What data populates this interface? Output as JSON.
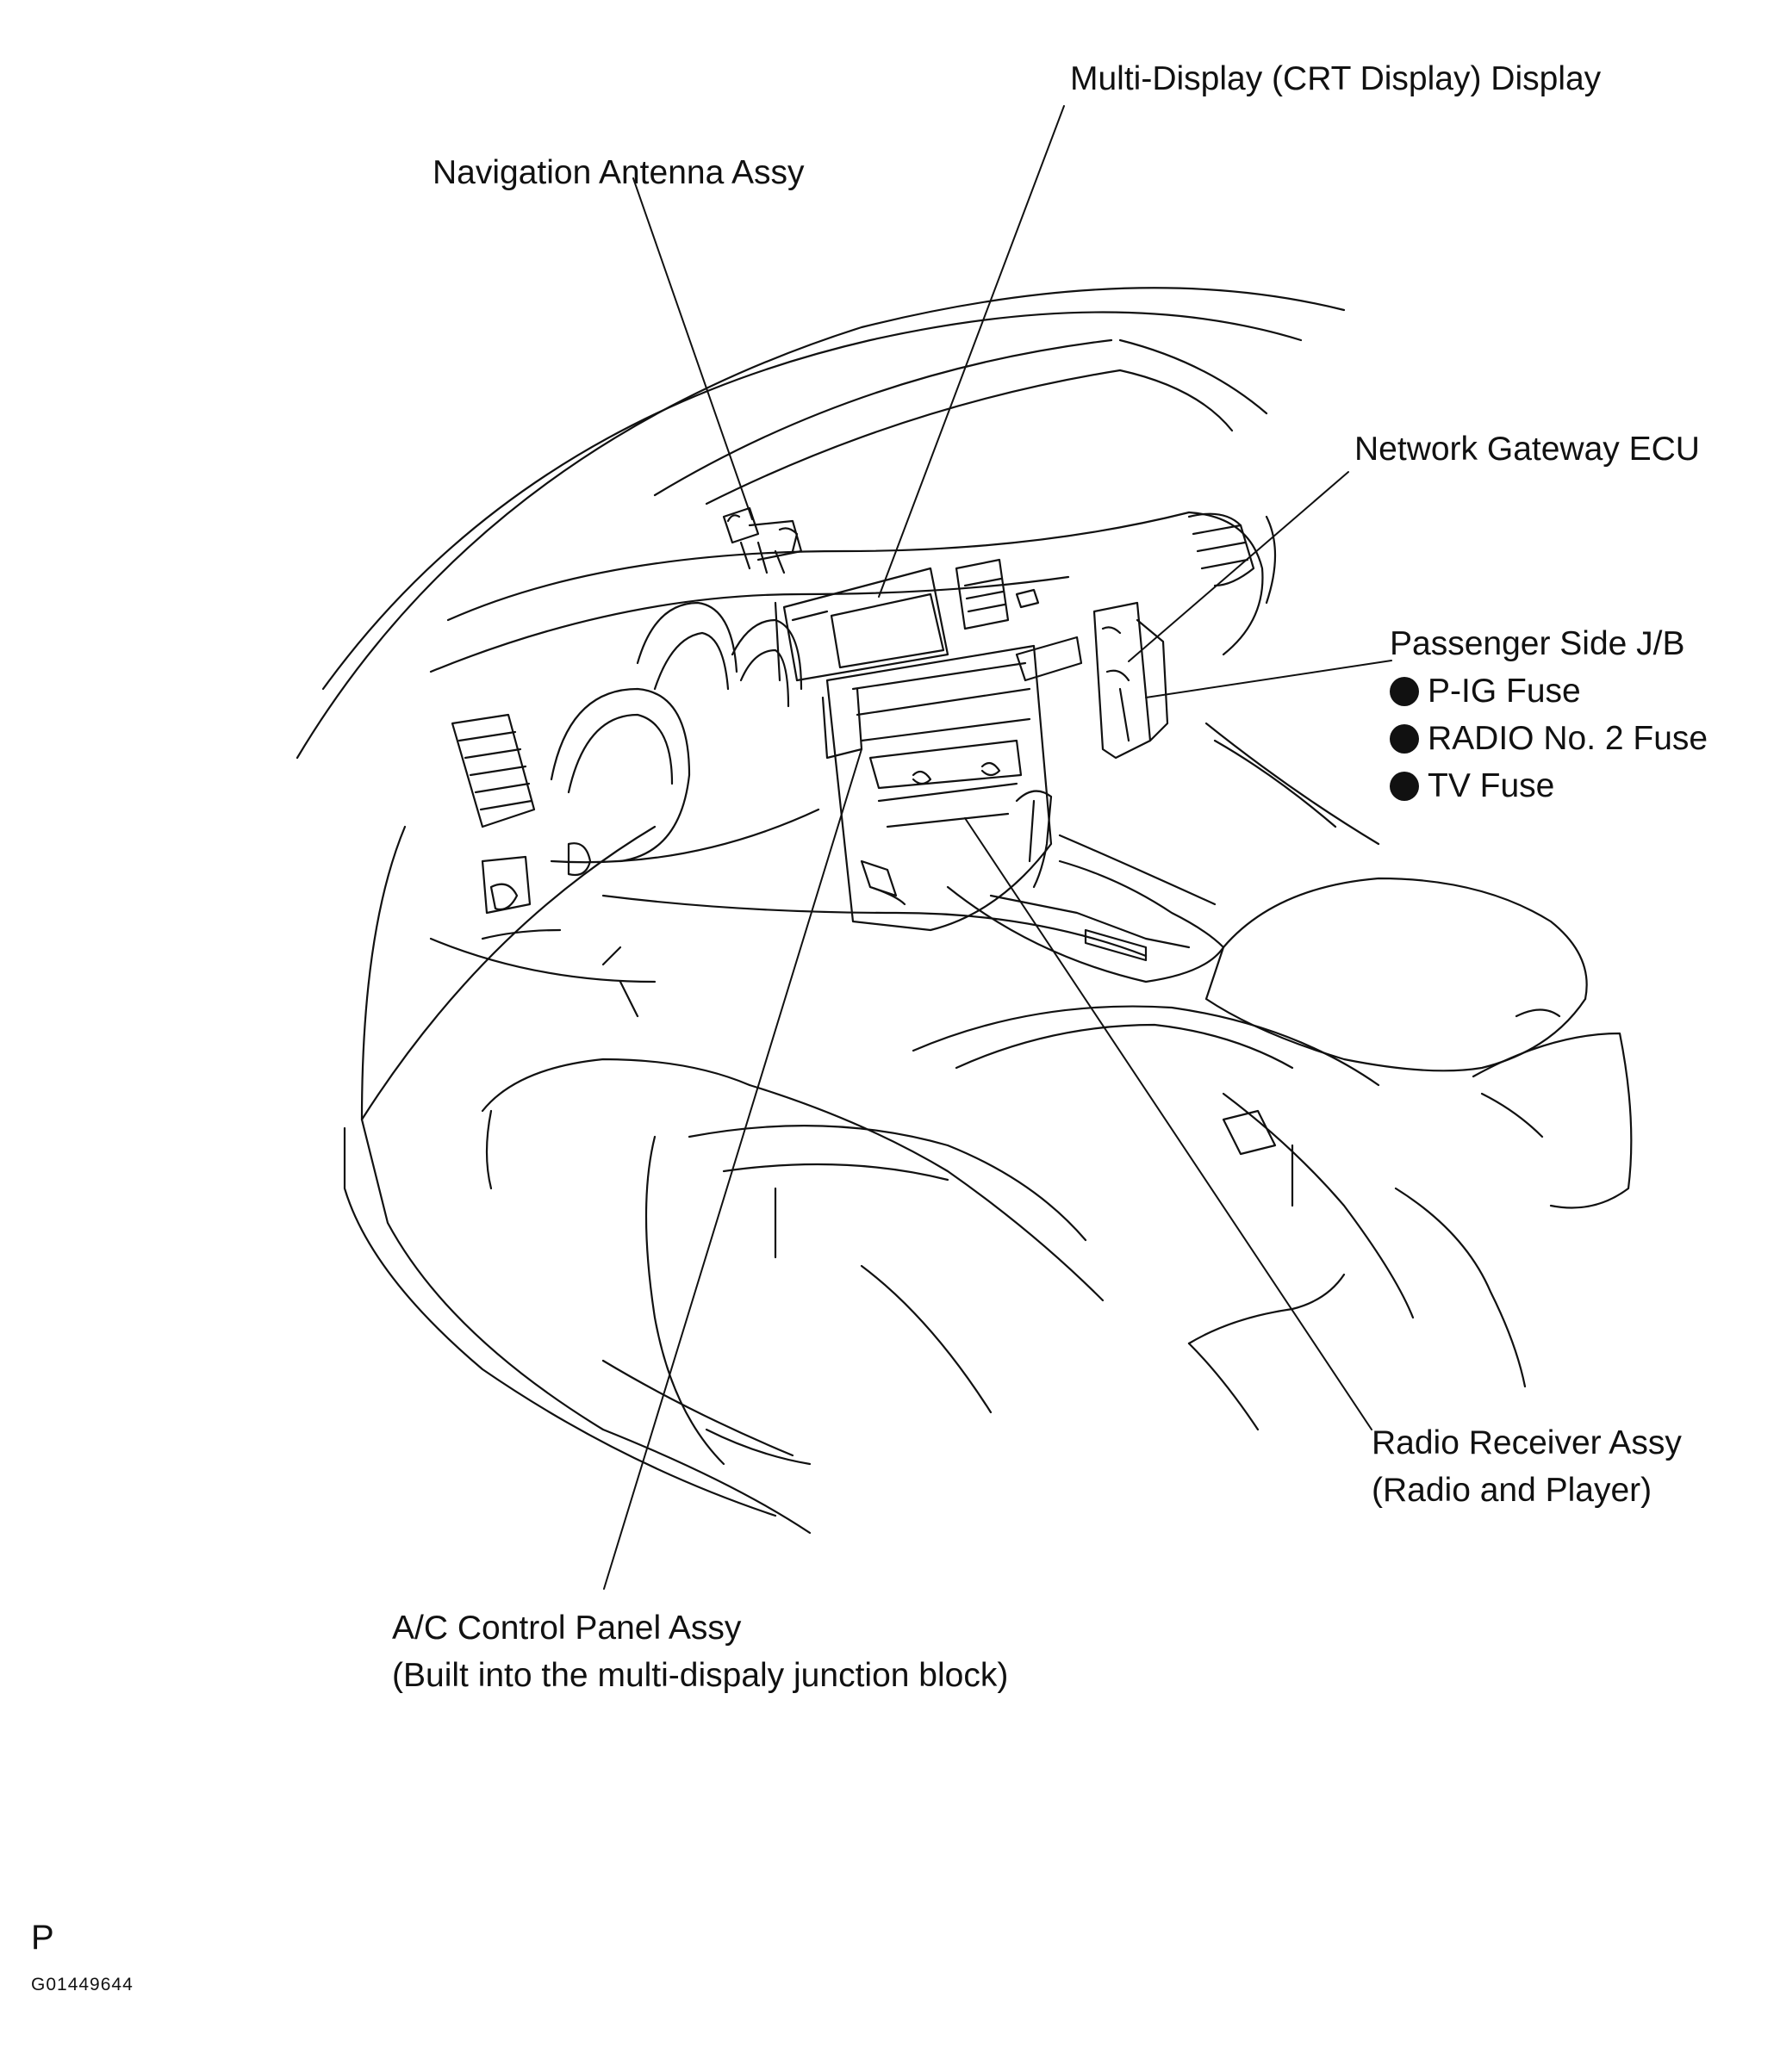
{
  "labels": {
    "multi_display": "Multi-Display (CRT Display) Display",
    "nav_antenna": "Navigation Antenna Assy",
    "network_gateway": "Network Gateway ECU",
    "passenger_jb": "Passenger Side J/B",
    "fuses": [
      "P-IG Fuse",
      "RADIO No. 2 Fuse",
      "TV Fuse"
    ],
    "radio_receiver": [
      "Radio Receiver Assy",
      "(Radio and Player)"
    ],
    "ac_panel": [
      "A/C Control Panel Assy",
      "(Built into the multi-dispaly junction block)"
    ]
  },
  "corner": {
    "letter": "P",
    "figure_id": "G01449644"
  },
  "colors": {
    "line": "#111111",
    "background": "#ffffff"
  }
}
